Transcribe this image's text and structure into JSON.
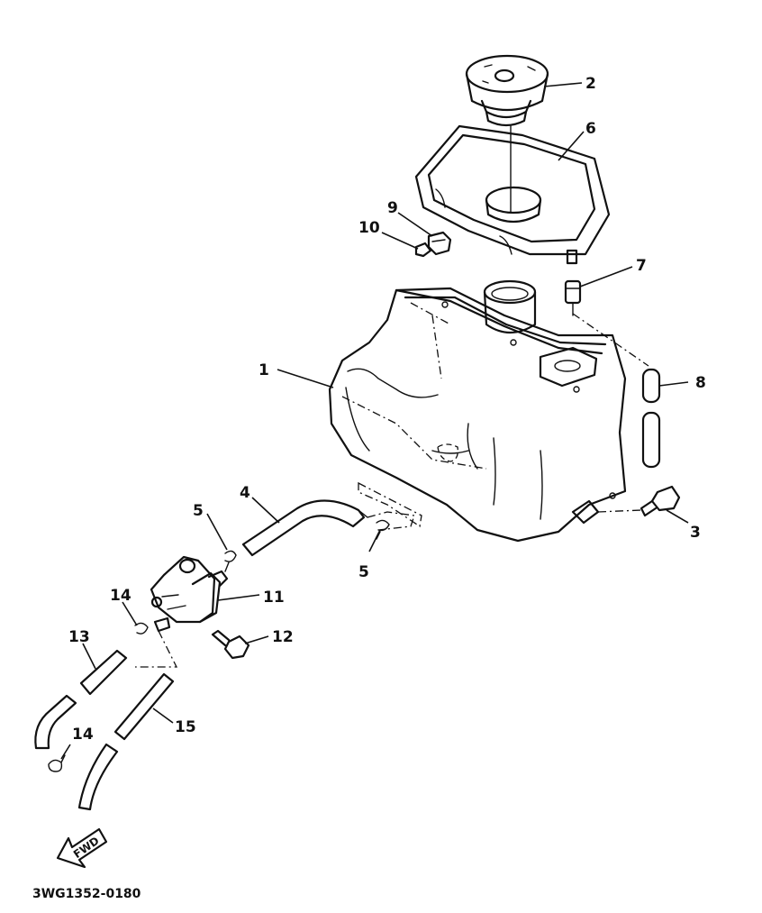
{
  "callouts": [
    {
      "id": "1",
      "text": "1"
    },
    {
      "id": "2",
      "text": "2"
    },
    {
      "id": "3",
      "text": "3"
    },
    {
      "id": "4",
      "text": "4"
    },
    {
      "id": "5a",
      "text": "5"
    },
    {
      "id": "5b",
      "text": "5"
    },
    {
      "id": "6",
      "text": "6"
    },
    {
      "id": "7",
      "text": "7"
    },
    {
      "id": "8",
      "text": "8"
    },
    {
      "id": "9",
      "text": "9"
    },
    {
      "id": "10",
      "text": "10"
    },
    {
      "id": "11",
      "text": "11"
    },
    {
      "id": "12",
      "text": "12"
    },
    {
      "id": "13",
      "text": "13"
    },
    {
      "id": "14a",
      "text": "14"
    },
    {
      "id": "14b",
      "text": "14"
    },
    {
      "id": "15",
      "text": "15"
    }
  ],
  "direction_arrow": {
    "text": "FWD"
  },
  "drawing_code": "3WG1352-0180"
}
